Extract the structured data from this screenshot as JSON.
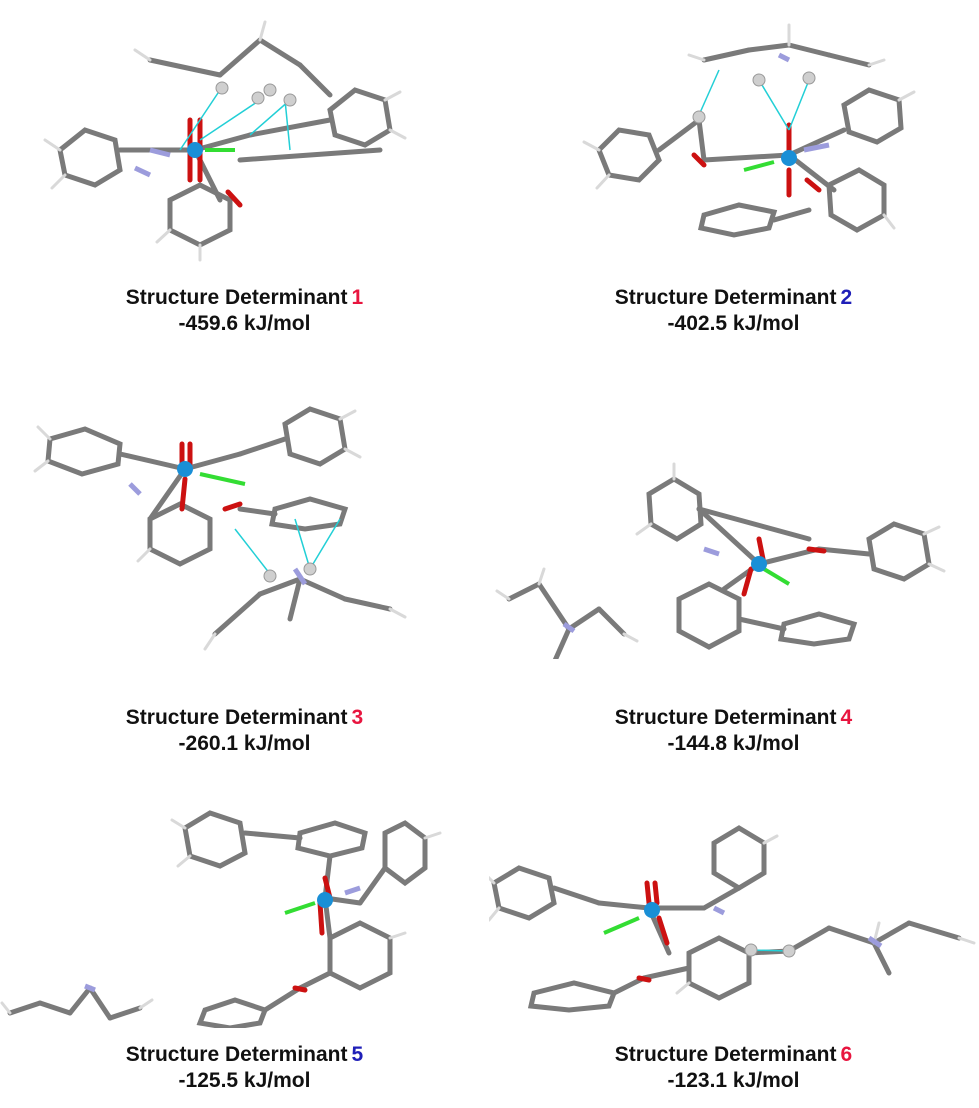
{
  "structures": [
    {
      "label": "Structure Determinant",
      "number": "1",
      "number_color": "#e8153f",
      "energy": "-459.6 kJ/mol"
    },
    {
      "label": "Structure Determinant",
      "number": "2",
      "number_color": "#1f1fb8",
      "energy": "-402.5 kJ/mol"
    },
    {
      "label": "Structure Determinant",
      "number": "3",
      "number_color": "#e8153f",
      "energy": "-260.1 kJ/mol"
    },
    {
      "label": "Structure Determinant",
      "number": "4",
      "number_color": "#e8153f",
      "energy": "-144.8 kJ/mol"
    },
    {
      "label": "Structure Determinant",
      "number": "5",
      "number_color": "#1f1fb8",
      "energy": "-125.5 kJ/mol"
    },
    {
      "label": "Structure Determinant",
      "number": "6",
      "number_color": "#e8153f",
      "energy": "-123.1 kJ/mol"
    }
  ],
  "atom_colors": {
    "carbon": "#7a7a7a",
    "hydrogen": "#d9d9d9",
    "oxygen": "#cc1111",
    "nitrogen": "#9c9cdc",
    "metal": "#1a8fd6",
    "chlorine": "#33dd33",
    "contact": "#22cfd6"
  }
}
